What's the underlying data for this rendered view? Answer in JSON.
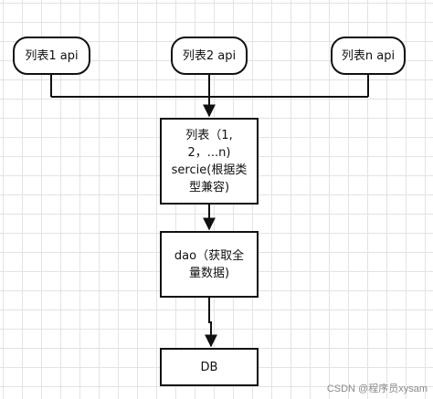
{
  "diagram": {
    "nodes": {
      "api1": {
        "label": "列表1 api"
      },
      "api2": {
        "label": "列表2 api"
      },
      "apin": {
        "label": "列表n api"
      },
      "service": {
        "lines": [
          "列表（1,",
          "2，...n)",
          "sercie(根据类",
          "型兼容)"
        ]
      },
      "dao": {
        "lines": [
          "dao（获取全",
          "量数据)"
        ]
      },
      "db": {
        "label": "DB"
      }
    },
    "edges": [
      {
        "from": "api1",
        "to": "service"
      },
      {
        "from": "api2",
        "to": "service"
      },
      {
        "from": "apin",
        "to": "service"
      },
      {
        "from": "service",
        "to": "dao"
      },
      {
        "from": "dao",
        "to": "db"
      }
    ]
  },
  "watermark": "CSDN @程序员xysam"
}
